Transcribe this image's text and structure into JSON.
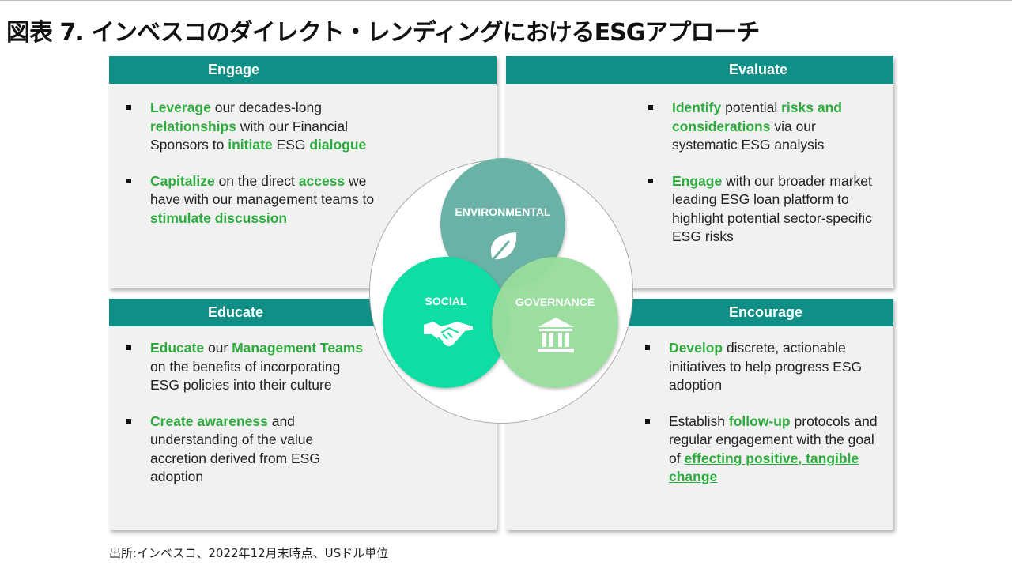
{
  "title": "図表 7. インベスコのダイレクト・レンディングにおけるESGアプローチ",
  "footer": "出所:インベスコ、2022年12月末時点、USドル単位",
  "colors": {
    "header": "#0f8f86",
    "highlight": "#2eab3e",
    "panel_bg": "#f1f1f1",
    "environmental": "#6ab2a6",
    "social": "#10dda3",
    "governance": "#98dd9c"
  },
  "panels": {
    "engage": {
      "heading": "Engage",
      "items": [
        {
          "parts": [
            {
              "t": "Leverage",
              "s": "hl"
            },
            {
              "t": " our decades-long "
            },
            {
              "t": "relationships",
              "s": "hl"
            },
            {
              "t": " with our Financial Sponsors to "
            },
            {
              "t": "initiate",
              "s": "hl"
            },
            {
              "t": " ESG "
            },
            {
              "t": "dialogue",
              "s": "hl"
            }
          ]
        },
        {
          "parts": [
            {
              "t": "Capitalize",
              "s": "hl"
            },
            {
              "t": " on the direct "
            },
            {
              "t": "access",
              "s": "hl"
            },
            {
              "t": " we have with our management teams to "
            },
            {
              "t": "stimulate discussion",
              "s": "hl"
            }
          ]
        }
      ]
    },
    "evaluate": {
      "heading": "Evaluate",
      "items": [
        {
          "parts": [
            {
              "t": "Identify",
              "s": "hl"
            },
            {
              "t": " potential "
            },
            {
              "t": "risks and considerations",
              "s": "hl"
            },
            {
              "t": " via our systematic ESG analysis"
            }
          ]
        },
        {
          "parts": [
            {
              "t": "Engage",
              "s": "hl"
            },
            {
              "t": " with our broader market leading ESG loan platform to highlight potential sector-specific ESG risks"
            }
          ]
        }
      ]
    },
    "educate": {
      "heading": "Educate",
      "items": [
        {
          "parts": [
            {
              "t": "Educate",
              "s": "hl"
            },
            {
              "t": " our "
            },
            {
              "t": "Management Teams",
              "s": "hl"
            },
            {
              "t": " on the benefits of incorporating ESG policies into their culture"
            }
          ]
        },
        {
          "parts": [
            {
              "t": "Create awareness",
              "s": "hl"
            },
            {
              "t": " and understanding of the value accretion derived from ESG adoption"
            }
          ]
        }
      ]
    },
    "encourage": {
      "heading": "Encourage",
      "items": [
        {
          "parts": [
            {
              "t": "Develop",
              "s": "hl"
            },
            {
              "t": " discrete, actionable initiatives to help progress ESG adoption"
            }
          ]
        },
        {
          "parts": [
            {
              "t": "Establish "
            },
            {
              "t": "follow-up",
              "s": "hl"
            },
            {
              "t": " protocols and regular engagement with the goal of "
            },
            {
              "t": "effecting positive, tangible change",
              "s": "hl u"
            }
          ]
        }
      ]
    }
  },
  "venn": {
    "environmental": {
      "label": "ENVIRONMENTAL",
      "icon": "leaf-icon"
    },
    "social": {
      "label": "SOCIAL",
      "icon": "handshake-icon"
    },
    "governance": {
      "label": "GOVERNANCE",
      "icon": "building-columns-icon"
    }
  }
}
